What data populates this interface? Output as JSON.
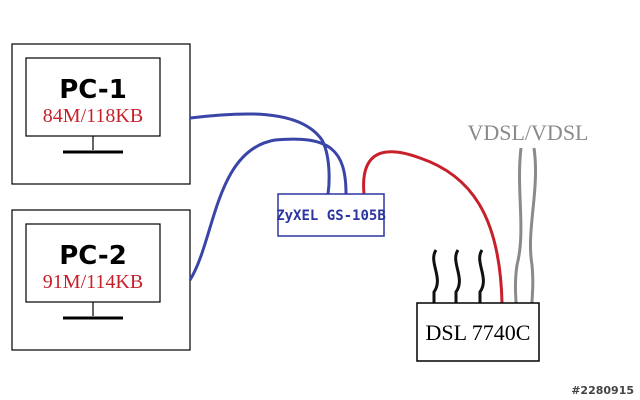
{
  "colors": {
    "ethernet": "#3a45a8",
    "dsl": "#c8202a",
    "phone_line": "#8a8a8a",
    "power": "#111111",
    "speed_text": "#c8202a",
    "switch_text": "#2b35a0",
    "vdsl_text": "#8a8a8a"
  },
  "pcs": [
    {
      "name": "PC-1",
      "speed": "84M/118KB"
    },
    {
      "name": "PC-2",
      "speed": "91M/114KB"
    }
  ],
  "switch": {
    "label": "ZyXEL GS-105B"
  },
  "modem": {
    "label": "DSL 7740C"
  },
  "line_label": "VDSL/VDSL",
  "watermark": "#2280915"
}
